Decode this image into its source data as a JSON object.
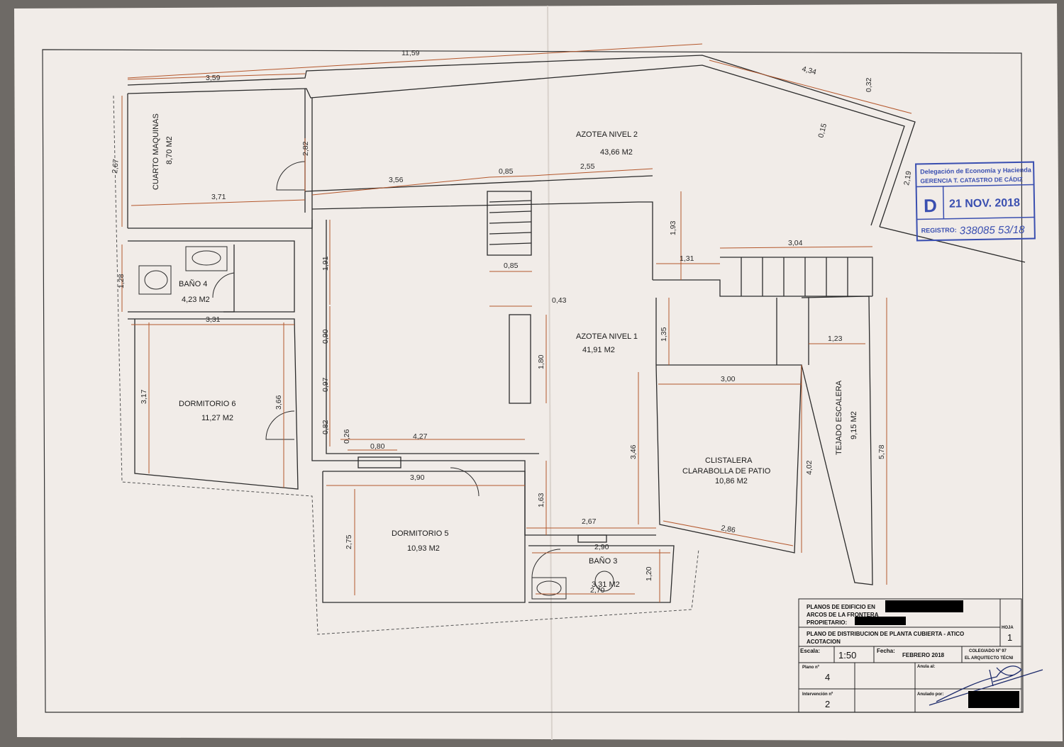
{
  "colors": {
    "paper": "#f1ece8",
    "background": "#6e6a66",
    "wall": "#2b2b2b",
    "dimension": "#b4572c",
    "stamp": "#3a4fb0",
    "redaction": "#000000"
  },
  "rooms": {
    "cuarto_maquinas": {
      "name": "CUARTO MAQUINAS",
      "area": "8,70 M2"
    },
    "azotea2": {
      "name": "AZOTEA NIVEL 2",
      "area": "43,66 M2"
    },
    "bano4": {
      "name": "BAÑO 4",
      "area": "4,23 M2"
    },
    "azotea1": {
      "name": "AZOTEA NIVEL 1",
      "area": "41,91 M2"
    },
    "dormitorio6": {
      "name": "DORMITORIO 6",
      "area": "11,27 M2"
    },
    "dormitorio5": {
      "name": "DORMITORIO 5",
      "area": "10,93 M2"
    },
    "bano3": {
      "name": "BAÑO 3",
      "area": "3,31 M2"
    },
    "claraboya_1": "CLISTALERA",
    "claraboya_2": "CLARABOLLA DE PATIO",
    "claraboya_area": "10,86 M2",
    "tejado": {
      "name": "TEJADO ESCALERA",
      "area": "9,15 M2"
    }
  },
  "dimensions": {
    "d1159": "11,59",
    "d359": "3,59",
    "d434": "4,34",
    "d032": "0,32",
    "d015": "0,15",
    "d267a": "2,67",
    "d282": "2,82",
    "d371": "3,71",
    "d356": "3,56",
    "d085a": "0,85",
    "d255": "2,55",
    "d219": "2,19",
    "d193": "1,93",
    "d131": "1,31",
    "d304": "3,04",
    "d085b": "0,85",
    "d128": "1,28",
    "d191": "1,91",
    "d331": "3,31",
    "d043": "0,43",
    "d090": "0,90",
    "d180": "1,80",
    "d135": "1,35",
    "d123": "1,23",
    "d097": "0,97",
    "d317": "3,17",
    "d366": "3,66",
    "d300": "3,00",
    "d082": "0,82",
    "d026": "0,26",
    "d427": "4,27",
    "d080": "0,80",
    "d346": "3,46",
    "d402": "4,02",
    "d578": "5,78",
    "d390": "3,90",
    "d163": "1,63",
    "d267b": "2,67",
    "d286": "2,86",
    "d275": "2,75",
    "d290": "2,90",
    "d120": "1,20",
    "d270": "2,70"
  },
  "stamp": {
    "line1": "Delegación de Economía y Hacienda",
    "line2": "GERENCIA T. CATASTRO DE CÁDIZ",
    "letter": "D",
    "date": "21 NOV. 2018",
    "registro_label": "REGISTRO:",
    "registro_number": "338085 53/18"
  },
  "title_block": {
    "line1": "PLANOS DE EDIFICIO EN",
    "line2": "ARCOS DE LA FRONTERA",
    "line3": "PROPIETARIO:",
    "plan_title": "PLANO DE DISTRIBUCION DE PLANTA CUBIERTA - ATICO",
    "plan_subtitle": "ACOTACION",
    "hoja_label": "HOJA",
    "hoja_value": "1",
    "escala_label": "Escala:",
    "escala_value": "1:50",
    "fecha_label": "Fecha:",
    "fecha_value": "FEBRERO 2018",
    "colegiado": "COLEGIADO Nº 97",
    "arquitecto": "EL ARQUITECTO TÉCNI",
    "plano_label": "Plano nº",
    "plano_value": "4",
    "anula_label": "Anula al:",
    "intervencion_label": "Intervención nº",
    "intervencion_value": "2",
    "anulado_label": "Anulado por:"
  }
}
